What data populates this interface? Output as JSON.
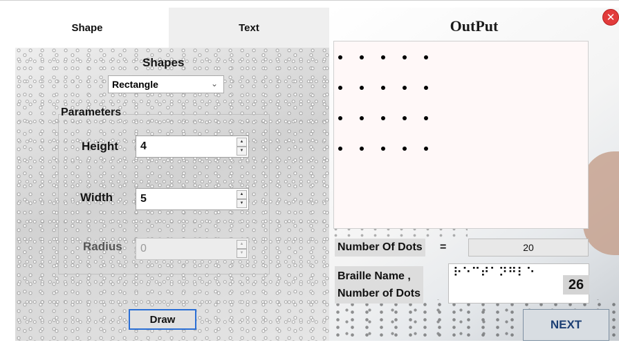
{
  "tabs": {
    "shape": "Shape",
    "text": "Text"
  },
  "shape_panel": {
    "shapes_label": "Shapes",
    "shape_select_value": "Rectangle",
    "parameters_label": "Parameters",
    "height_label": "Height",
    "height_value": "4",
    "width_label": "Width",
    "width_value": "5",
    "radius_label": "Radius",
    "radius_value": "0",
    "draw_label": "Draw"
  },
  "output": {
    "title": "OutPut",
    "close_glyph": "✕",
    "dot_grid": {
      "rows": 4,
      "cols": 5
    },
    "number_of_dots_label": "Number Of Dots",
    "equals": "=",
    "number_of_dots_value": "20",
    "braille_name_label_line1": "Braille Name ,",
    "braille_name_label_line2": "Number of Dots",
    "braille_text": "⠗⠑⠉⠞⠁⠝⠛⠇⠑",
    "braille_count": "26",
    "next_label": "NEXT"
  },
  "icons": {
    "dropdown": "chevron-down-icon",
    "spin_up": "spin-up-icon",
    "spin_down": "spin-down-icon",
    "close": "close-icon"
  },
  "colors": {
    "close_red": "#e23b3b",
    "draw_border": "#2a6fd6",
    "next_text": "#1c3f74",
    "canvas_bg": "#fff8f8"
  }
}
